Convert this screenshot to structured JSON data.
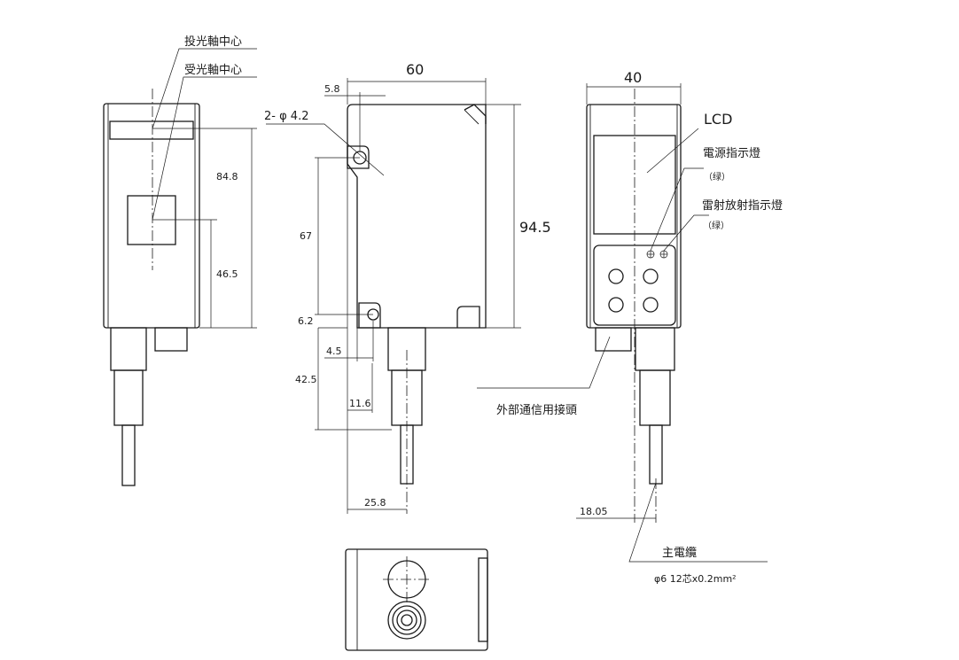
{
  "front_view": {
    "label_emit_axis": "投光軸中心",
    "label_receive_axis": "受光軸中心",
    "dim_total_height": "84.8",
    "dim_axis_height": "46.5"
  },
  "side_view": {
    "dim_width": "60",
    "dim_hole_offset_top": "5.8",
    "dim_holes": "2- φ 4.2",
    "dim_height": "94.5",
    "dim_hole_spacing": "67",
    "dim_hole_offset_bottom": "6.2",
    "dim_hole_offset_side": "4.5",
    "dim_cable_length": "42.5",
    "dim_cable_offset": "11.6",
    "dim_cable_center": "25.8"
  },
  "rear_view": {
    "dim_width": "40",
    "label_lcd": "LCD",
    "label_power_led": "電源指示燈",
    "label_power_led_color": "（绿）",
    "label_laser_led": "雷射放射指示燈",
    "label_laser_led_color": "（绿）",
    "label_comm_connector": "外部通信用接頭",
    "dim_cable_offset": "18.05",
    "label_main_cable": "主電纜",
    "label_cable_spec": "φ6 12芯x0.2mm²"
  }
}
